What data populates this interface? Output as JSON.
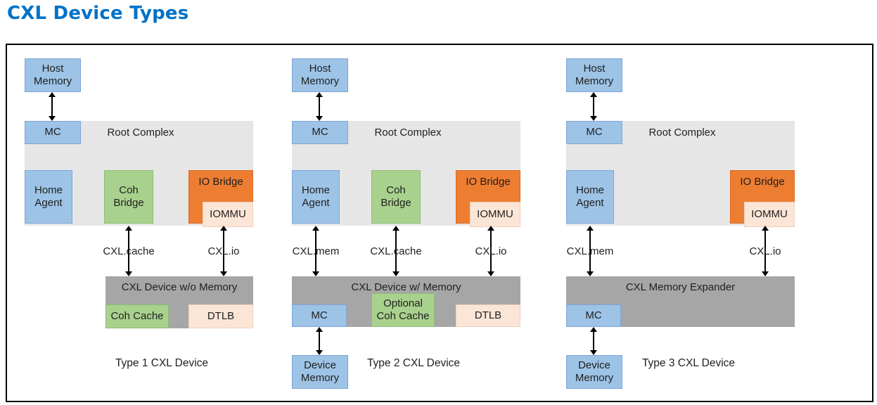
{
  "title": "CXL Device Types",
  "colors": {
    "blue": "#9DC3E6",
    "green": "#A9D18E",
    "orange": "#ED7D31",
    "peach": "#FBE5D6",
    "light_gray": "#E7E6E6",
    "dark_gray": "#A6A6A6",
    "title_blue": "#0072C6"
  },
  "columns": [
    {
      "host_memory": "Host Memory",
      "mc": "MC",
      "root_complex": "Root Complex",
      "home_agent": "Home Agent",
      "coh_bridge": "Coh Bridge",
      "io_bridge": "IO Bridge",
      "iommu": "IOMMU",
      "links": {
        "cache": "CXL.cache",
        "io": "CXL.io"
      },
      "device_title": "CXL Device w/o Memory",
      "device_parts": {
        "coh_cache": "Coh Cache",
        "dtlb": "DTLB"
      },
      "type_label": "Type 1 CXL Device"
    },
    {
      "host_memory": "Host Memory",
      "mc": "MC",
      "root_complex": "Root Complex",
      "home_agent": "Home Agent",
      "coh_bridge": "Coh Bridge",
      "io_bridge": "IO Bridge",
      "iommu": "IOMMU",
      "links": {
        "mem": "CXL.mem",
        "cache": "CXL.cache",
        "io": "CXL.io"
      },
      "device_title": "CXL Device w/ Memory",
      "device_parts": {
        "mc": "MC",
        "coh_cache_line1": "Optional",
        "coh_cache_line2": "Coh Cache",
        "dtlb": "DTLB"
      },
      "device_memory": "Device Memory",
      "type_label": "Type 2 CXL Device"
    },
    {
      "host_memory": "Host Memory",
      "mc": "MC",
      "root_complex": "Root Complex",
      "home_agent": "Home Agent",
      "io_bridge": "IO Bridge",
      "iommu": "IOMMU",
      "links": {
        "mem": "CXL.mem",
        "io": "CXL.io"
      },
      "device_title": "CXL Memory Expander",
      "device_parts": {
        "mc": "MC"
      },
      "device_memory": "Device Memory",
      "type_label": "Type 3 CXL Device"
    }
  ]
}
